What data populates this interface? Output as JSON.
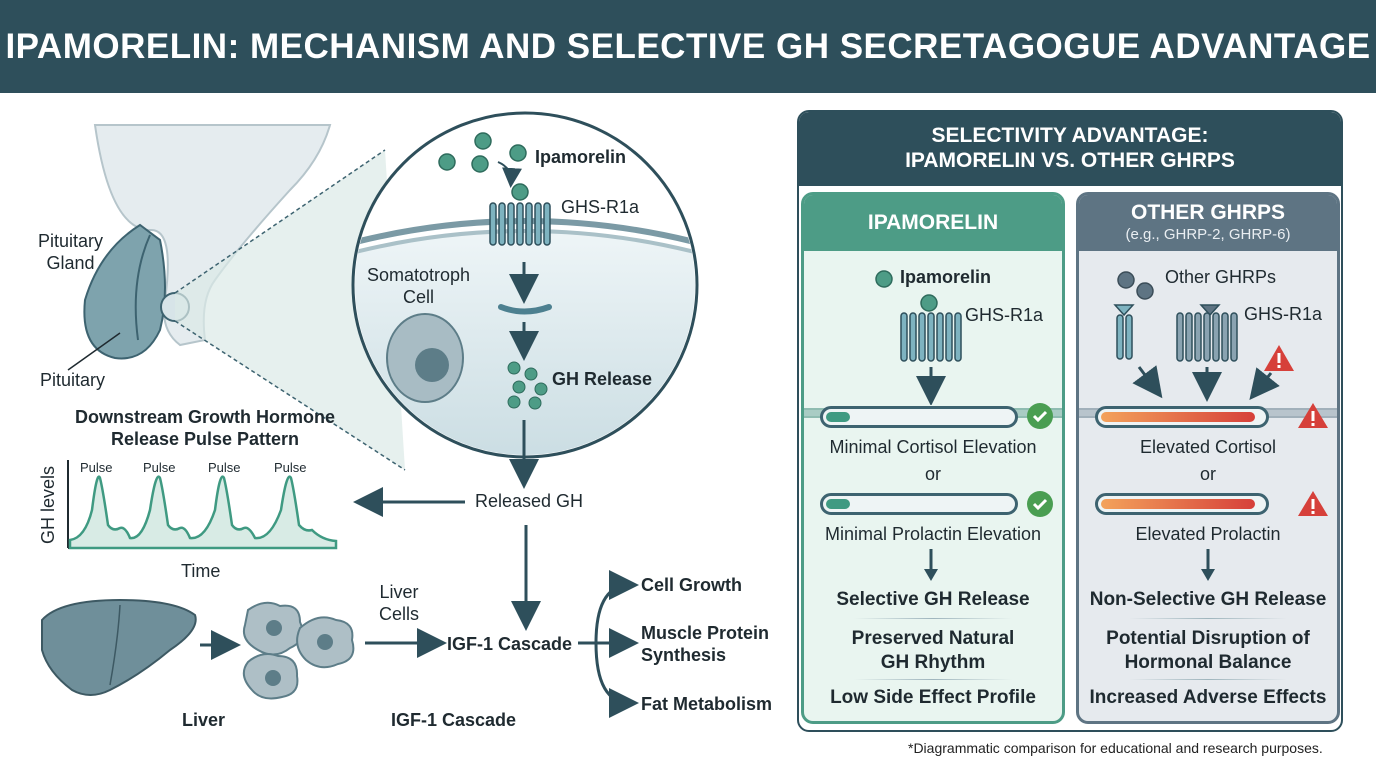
{
  "title": "IPAMORELIN: MECHANISM AND SELECTIVE GH SECRETAGOGUE ADVANTAGE",
  "left": {
    "pituitary_gland_label": "Pituitary\nGland",
    "pituitary_label": "Pituitary",
    "ipamorelin_label": "Ipamorelin",
    "receptor_label": "GHS-R1a",
    "somatotroph_label": "Somatotroph\nCell",
    "gh_release_label": "GH Release",
    "released_gh_label": "Released GH",
    "pulse_title": "Downstream Growth Hormone\nRelease Pulse Pattern",
    "pulse_labels": [
      "Pulse",
      "Pulse",
      "Pulse",
      "Pulse"
    ],
    "y_axis_label": "GH levels",
    "x_axis_label": "Time",
    "liver_cells_label": "Liver\nCells",
    "igf_cascade_label": "IGF-1 Cascade",
    "liver_label": "Liver",
    "igf_cascade_bottom_label": "IGF-1 Cascade",
    "outcomes": [
      "Cell Growth",
      "Muscle Protein\nSynthesis",
      "Fat Metabolism"
    ]
  },
  "panel": {
    "heading": "SELECTIVITY ADVANTAGE:\nIPAMORELIN VS. OTHER GHRPS",
    "ipamorelin": {
      "header": "IPAMORELIN",
      "ligand_label": "Ipamorelin",
      "receptor_label": "GHS-R1a",
      "cortisol_label": "Minimal Cortisol Elevation",
      "or_label": "or",
      "prolactin_label": "Minimal Prolactin Elevation",
      "cortisol_level": 0.13,
      "prolactin_level": 0.13,
      "outcomes": [
        "Selective GH Release",
        "Preserved Natural\nGH Rhythm",
        "Low Side Effect Profile"
      ]
    },
    "other": {
      "header": "OTHER GHRPS",
      "subheader": "(e.g., GHRP-2, GHRP-6)",
      "ligand_label": "Other GHRPs",
      "receptor_label": "GHS-R1a",
      "cortisol_label": "Elevated Cortisol",
      "or_label": "or",
      "prolactin_label": "Elevated Prolactin",
      "cortisol_level": 0.95,
      "prolactin_level": 0.95,
      "outcomes": [
        "Non-Selective GH Release",
        "Potential Disruption of\nHormonal Balance",
        "Increased Adverse Effects"
      ]
    }
  },
  "footnote": "*Diagrammatic comparison for educational and research purposes.",
  "colors": {
    "header_bg": "#2e4f5b",
    "teal": "#4d9c86",
    "slate": "#5e7483",
    "warning_red": "#d6403a",
    "check_green": "#4a9e52"
  }
}
